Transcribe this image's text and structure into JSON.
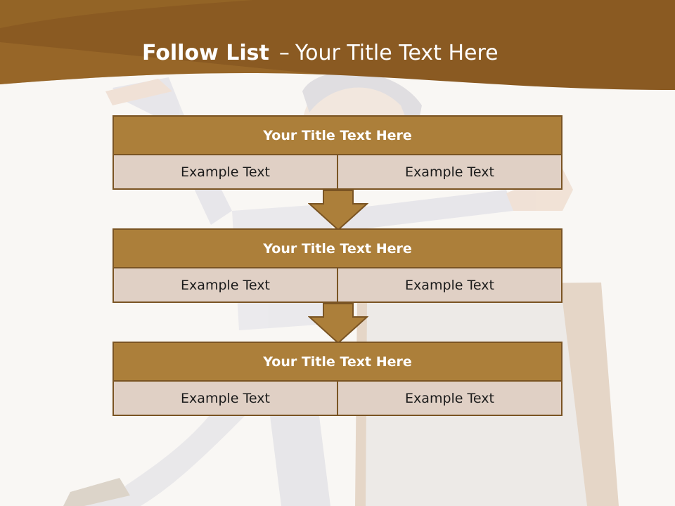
{
  "slide": {
    "title_bold": "Follow List",
    "title_separator": "–",
    "title_rest": "Your Title Text Here"
  },
  "boxes": [
    {
      "title": "Your Title Text Here",
      "cells": [
        "Example Text",
        "Example Text"
      ]
    },
    {
      "title": "Your Title Text Here",
      "cells": [
        "Example Text",
        "Example Text"
      ]
    },
    {
      "title": "Your Title Text Here",
      "cells": [
        "Example Text",
        "Example Text"
      ]
    }
  ],
  "colors": {
    "header_brown": "#8a5a22",
    "box_title": "#ac7f3a",
    "box_cell": "#e0d0c5",
    "border": "#7a5423"
  },
  "icons": {
    "arrow": "down-arrow-icon"
  }
}
